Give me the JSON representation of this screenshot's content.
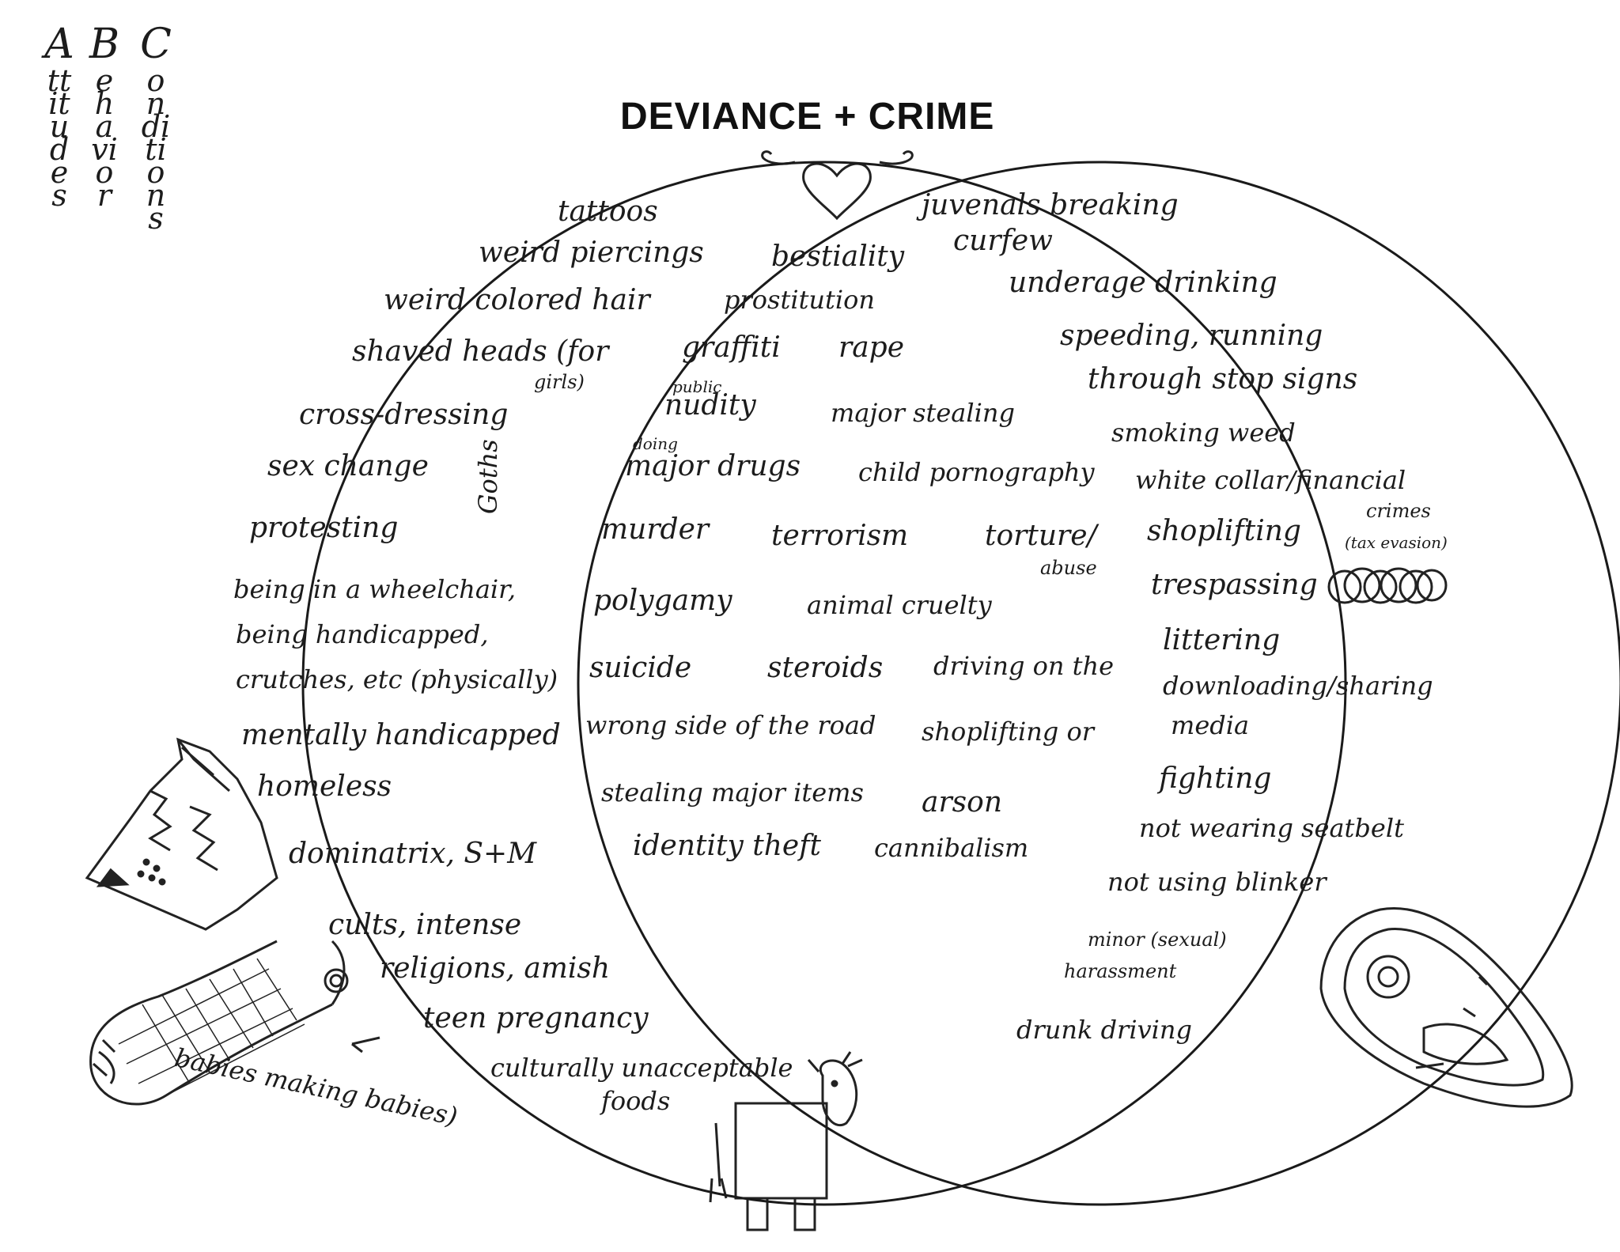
{
  "title": "DEVIANCE + CRIME",
  "corner_letters": {
    "a": "A",
    "b": "B",
    "c": "C",
    "attitudes": "ttitudes",
    "behavior": "ehavior",
    "conditions": "onditions"
  },
  "deviance_items": {
    "tattoos": "tattoos",
    "weird_piercings": "weird piercings",
    "weird_hair": "weird colored hair",
    "shaved_heads_1": "shaved heads (for",
    "shaved_heads_2": "girls)",
    "cross_dressing": "cross-dressing",
    "sex_change": "sex change",
    "protesting": "protesting",
    "wheelchair_1": "being in a wheelchair,",
    "wheelchair_2": "being handicapped,",
    "wheelchair_3": "crutches, etc (physically)",
    "mentally": "mentally handicapped",
    "homeless": "homeless",
    "dominatrix": "dominatrix, S+M",
    "cults_1": "cults, intense",
    "cults_2": "religions, amish",
    "teen_pregnancy": "teen pregnancy",
    "foods_1": "culturally unacceptable",
    "foods_2": "foods",
    "goths": "Goths"
  },
  "overlap_items": {
    "bestiality": "bestiality",
    "prostitution": "prostitution",
    "graffiti": "graffiti",
    "rape": "rape",
    "public": "public",
    "nudity": "nudity",
    "major_stealing": "major stealing",
    "doing": "doing",
    "major_drugs": "major drugs",
    "child_porn": "child pornography",
    "murder": "murder",
    "terrorism": "terrorism",
    "torture": "torture/",
    "abuse": "abuse",
    "polygamy": "polygamy",
    "animal_cruelty": "animal cruelty",
    "suicide": "suicide",
    "steroids": "steroids",
    "driving_1": "driving on the",
    "driving_2": "wrong side of the road",
    "shoplifting_1": "shoplifting or",
    "shoplifting_2": "stealing major items",
    "arson": "arson",
    "identity_theft": "identity theft",
    "cannibalism": "cannibalism"
  },
  "crime_items": {
    "juvenals_1": "juvenals breaking",
    "juvenals_2": "curfew",
    "underage": "underage drinking",
    "speeding_1": "speeding, running",
    "speeding_2": "through stop signs",
    "weed": "smoking weed",
    "white_collar_1": "white collar/financial",
    "white_collar_2": "crimes",
    "tax_evasion": "(tax evasion)",
    "shoplifting": "shoplifting",
    "trespassing": "trespassing",
    "littering": "littering",
    "downloading_1": "downloading/sharing",
    "downloading_2": "media",
    "fighting": "fighting",
    "seatbelt": "not wearing seatbelt",
    "blinker": "not using blinker",
    "harassment_1": "minor (sexual)",
    "harassment_2": "harassment",
    "drunk": "drunk driving"
  },
  "annotation": "babies making babies)"
}
